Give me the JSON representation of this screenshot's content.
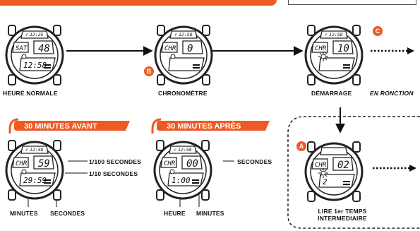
{
  "labels": {
    "normal_time": "HEURE NORMALE",
    "stopwatch": "CHRONOMÈTRE",
    "start": "DÉMARRAGE",
    "in_function": "EN RONCTION",
    "min_100": "1/100 SECONDES",
    "min_10": "1/10 SECONDES",
    "minutes": "MINUTES",
    "seconds": "SECONDES",
    "seconds_r": "SECONDES",
    "hour": "HEURE",
    "minutes_r": "MINUTES",
    "split_line1": "LIRE 1er TEMPS",
    "split_line2": "INTERMEDIAIRE"
  },
  "badges": {
    "before": "30 MINUTES AVANT",
    "after": "30 MINUTES APRÈS"
  },
  "buttons": {
    "a": "A",
    "b": "B",
    "c": "C"
  },
  "watch1": {
    "top": "12:25",
    "left": "SAT",
    "right": "48",
    "bottom": "12:58",
    "p": "P"
  },
  "watch2": {
    "top": "12:58",
    "left": "CHR",
    "right": "0",
    "bottom": "",
    "p": "P"
  },
  "watch3": {
    "top": "12:58",
    "left": "CHR",
    "right": "10",
    "bottom": "",
    "p": "P"
  },
  "watch4": {
    "top": "12:58",
    "left": "CHR",
    "right": "59",
    "bottom": "29:59",
    "p": "P"
  },
  "watch5": {
    "top": "12:58",
    "left": "CHR",
    "right": "00",
    "bottom": "1:00",
    "p": "P"
  },
  "watch6": {
    "top": "",
    "left": "CHR",
    "right": "02",
    "bottom": "2",
    "p": ""
  },
  "colors": {
    "accent": "#ee5a24",
    "ink": "#111111"
  }
}
